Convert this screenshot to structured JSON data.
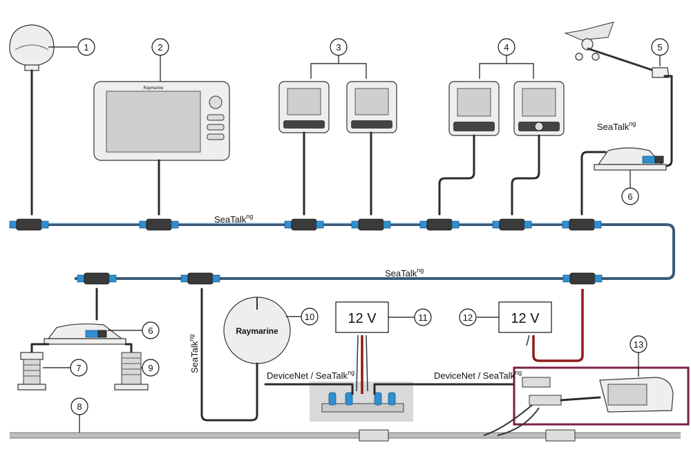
{
  "callouts": [
    "1",
    "2",
    "3",
    "4",
    "5",
    "6",
    "6",
    "7",
    "8",
    "9",
    "10",
    "11",
    "12",
    "13"
  ],
  "network_labels": {
    "seatalk_top_main": "SeaTalk",
    "seatalk_top_sup": "ng",
    "seatalk_mid_main": "SeaTalk",
    "seatalk_mid_sup": "ng",
    "seatalk_sensor_main": "SeaTalk",
    "seatalk_sensor_sup": "ng",
    "seatalk_vertical_main": "SeaTalk",
    "seatalk_vertical_sup": "ng",
    "devicenet_left_main": "DeviceNet / SeaTalk",
    "devicenet_left_sup": "ng",
    "devicenet_right_main": "DeviceNet / SeaTalk",
    "devicenet_right_sup": "ng"
  },
  "power": {
    "box_11": "12 V",
    "box_12": "12 V"
  },
  "device_text": {
    "compass_brand": "Raymarine",
    "mfd_brand": "Raymarine"
  },
  "colors": {
    "backbone": "#3b5a78",
    "connector_blue": "#2f8fd0",
    "power_cable": "#8e1b1b",
    "highlight_frame": "#7a1f4a",
    "devicenet_panel": "#d9d9d9"
  }
}
